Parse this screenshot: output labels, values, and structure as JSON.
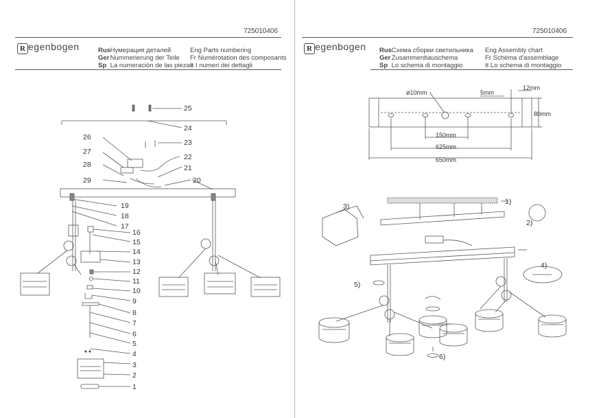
{
  "left": {
    "code": "725010406",
    "logo_text": "egenbogen",
    "header": [
      {
        "lang": "Rus",
        "text": "Нумерация деталей"
      },
      {
        "lang": "Ger",
        "text": "Nummerierung der Teile"
      },
      {
        "lang": "Sp",
        "text": "La numeración de las piezas"
      }
    ],
    "header2": [
      {
        "lang": "Eng",
        "text": "Parts numbering"
      },
      {
        "lang": "Fr",
        "text": "Numérotation des composants"
      },
      {
        "lang": "It",
        "text": "I numeri dei dettagli"
      }
    ],
    "part_labels": [
      "25",
      "24",
      "23",
      "22",
      "21",
      "20",
      "26",
      "27",
      "28",
      "29",
      "19",
      "18",
      "17",
      "16",
      "15",
      "14",
      "13",
      "12",
      "11",
      "10",
      "9",
      "8",
      "7",
      "6",
      "5",
      "4",
      "3",
      "2",
      "1"
    ]
  },
  "right": {
    "code": "725010406",
    "logo_text": "egenbogen",
    "header": [
      {
        "lang": "Rus",
        "text": "Схема сборки светильника"
      },
      {
        "lang": "Ger",
        "text": "Zusammenbauschema"
      },
      {
        "lang": "Sp",
        "text": "Lo schema di montaggio"
      }
    ],
    "header2": [
      {
        "lang": "Eng",
        "text": "Assembly chart"
      },
      {
        "lang": "Fr",
        "text": "Schéma d'assemblage"
      },
      {
        "lang": "It",
        "text": "Lo schema di montaggio"
      }
    ],
    "dimensions": {
      "hole": "ø10mm",
      "d5": "5mm",
      "d12": "12mm",
      "d80": "80mm",
      "d150": "150mm",
      "d625": "625mm",
      "d650": "650mm"
    },
    "steps": [
      "1)",
      "2)",
      "3)",
      "4)",
      "5)",
      "6)"
    ]
  }
}
